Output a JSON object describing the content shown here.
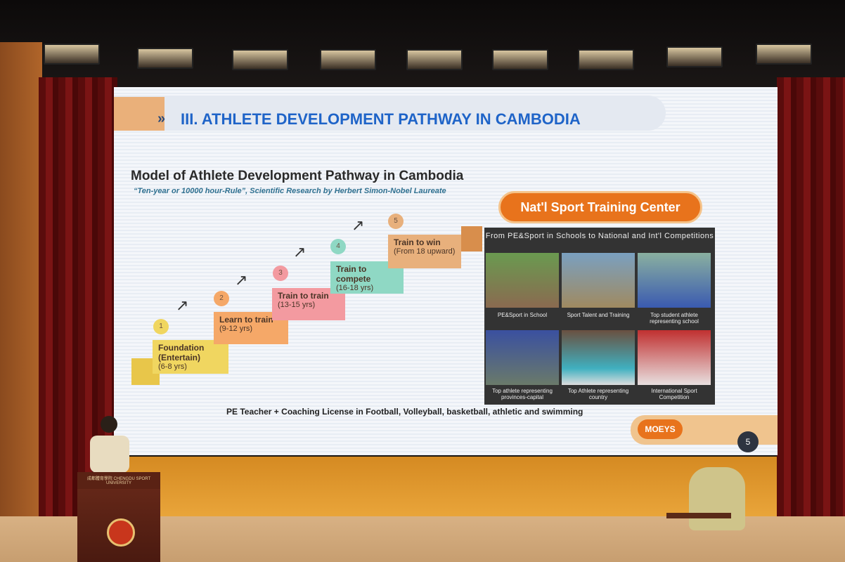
{
  "slide": {
    "title": "III. ATHLETE DEVELOPMENT PATHWAY IN CAMBODIA",
    "heading": "Model of Athlete Development Pathway in Cambodia",
    "subheading": "“Ten-year or 10000 hour-Rule”, Scientific Research by Herbert Simon-Nobel Laureate",
    "steps": [
      {
        "num": "1",
        "label": "Foundation (Entertain)",
        "ages": "(6-8 yrs)",
        "color": "#f0d660"
      },
      {
        "num": "2",
        "label": "Learn to train",
        "ages": "(9-12 yrs)",
        "color": "#f5a868"
      },
      {
        "num": "3",
        "label": "Train to train",
        "ages": "(13-15 yrs)",
        "color": "#f39aa0"
      },
      {
        "num": "4",
        "label": "Train to compete",
        "ages": "(16-18 yrs)",
        "color": "#8fd8c4"
      },
      {
        "num": "5",
        "label": "Train to win",
        "ages": "(From 18 upward)",
        "color": "#e8b07c"
      }
    ],
    "center_label": "Nat'l Sport Training Center",
    "panel_heading": "From PE&Sport in Schools to National and Int'l Competitions",
    "photos": [
      "PE&Sport in School",
      "Sport Talent and Training",
      "Top student athlete representing school",
      "Top athlete representing provinces-capital",
      "Top Athlete representing country",
      "International Sport Competition"
    ],
    "license": "PE Teacher + Coaching License in Football, Volleyball, basketball, athletic and swimming",
    "badge": "MOEYS",
    "page": "5"
  },
  "podium_text": "成都體育學院 CHENGDU SPORT UNIVERSITY"
}
